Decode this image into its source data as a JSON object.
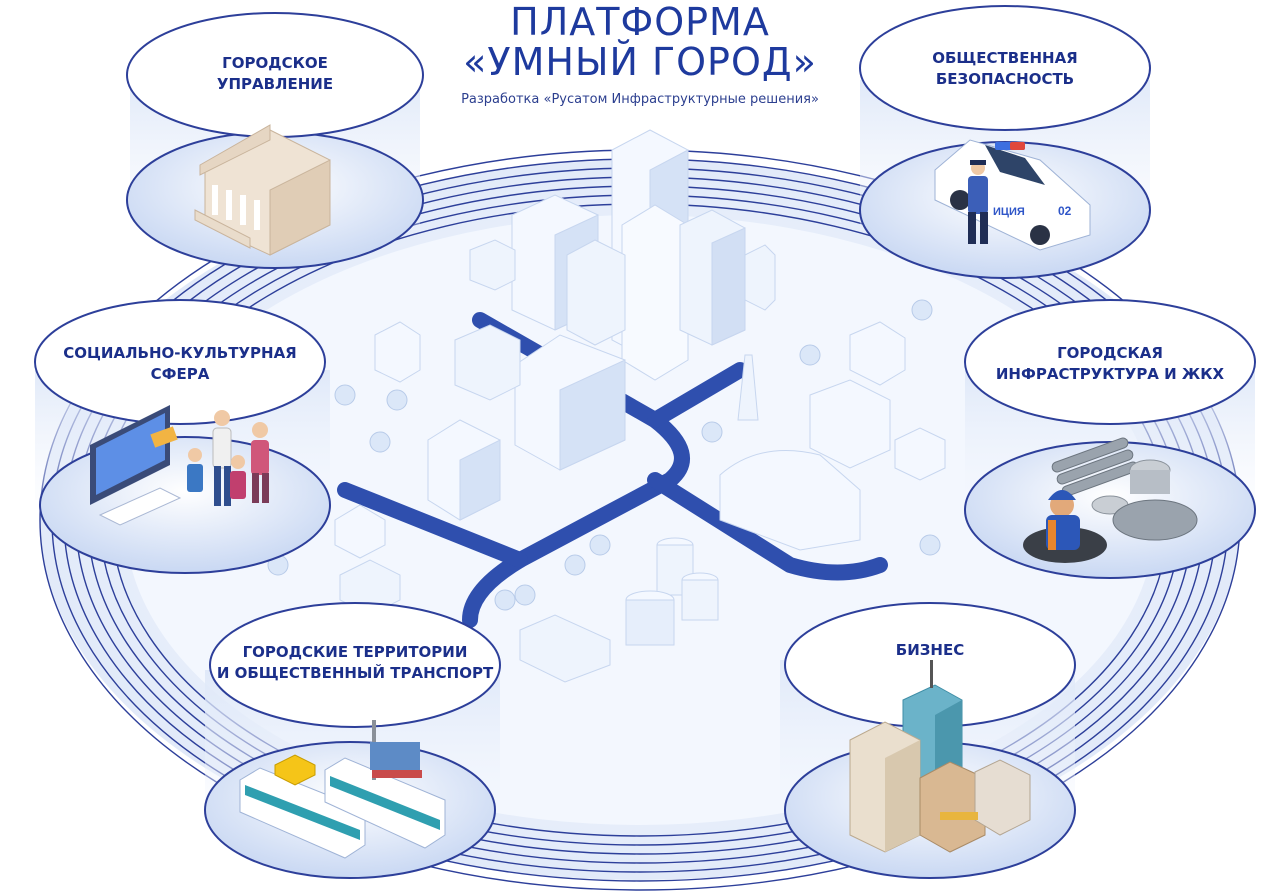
{
  "header": {
    "title_line1": "ПЛАТФОРМА",
    "title_line2": "«УМНЫЙ ГОРОД»",
    "subtitle": "Разработка «Русатом Инфраструктурные решения»"
  },
  "sectors": [
    {
      "id": "city-management",
      "line1": "ГОРОДСКОЕ",
      "line2": "УПРАВЛЕНИЕ",
      "icon": "government-building-icon"
    },
    {
      "id": "public-safety",
      "line1": "ОБЩЕСТВЕННАЯ",
      "line2": "БЕЗОПАСНОСТЬ",
      "icon": "police-car-icon",
      "car_badge": "02",
      "car_text": "ИЦИЯ"
    },
    {
      "id": "social-cultural",
      "line1": "СОЦИАЛЬНО-КУЛЬТУРНАЯ",
      "line2": "СФЕРА",
      "icon": "family-computer-icon"
    },
    {
      "id": "infrastructure",
      "line1": "ГОРОДСКАЯ",
      "line2": "ИНФРАСТРУКТУРА И ЖКХ",
      "icon": "utility-worker-icon"
    },
    {
      "id": "territories-transport",
      "line1": "ГОРОДСКИЕ ТЕРРИТОРИИ",
      "line2": "И ОБЩЕСТВЕННЫЙ ТРАНСПОРТ",
      "icon": "public-transport-icon"
    },
    {
      "id": "business",
      "line1": "БИЗНЕС",
      "line2": "",
      "icon": "office-buildings-icon"
    }
  ],
  "colors": {
    "brand_blue": "#1e3a9e",
    "ring_blue": "#2d3f9a",
    "road_blue": "#2f4fae",
    "platform_light": "#e6eefb",
    "building_white": "#f4f8ff",
    "building_shade": "#cddcf2"
  }
}
